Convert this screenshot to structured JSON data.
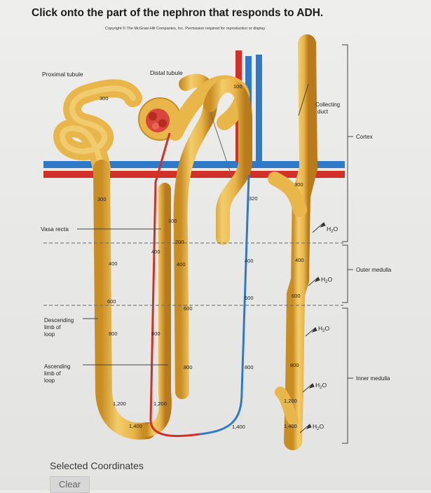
{
  "prompt": {
    "question": "Click onto the part of the nephron that responds to ADH.",
    "copyright": "Copyright © The McGraw-Hill Companies, Inc. Permission required for reproduction or display"
  },
  "structures": {
    "proximal_tubule": "Proximal tubule",
    "distal_tubule": "Distal tubule",
    "collecting_duct_line1": "Collecting",
    "collecting_duct_line2": "duct",
    "vasa_recta": "Vasa recta",
    "descending_limb": [
      "Descending",
      "limb of",
      "loop"
    ],
    "ascending_limb": [
      "Ascending",
      "limb of",
      "loop"
    ]
  },
  "regions": {
    "cortex": "Cortex",
    "outer_medulla": "Outer medulla",
    "inner_medulla": "Inner medulla"
  },
  "water": {
    "h2o_base": "H",
    "h2o_sub": "2",
    "h2o_tail": "O"
  },
  "osmolarity": {
    "descending": [
      "300",
      "300",
      "400",
      "600",
      "800",
      "1,200",
      "1,400"
    ],
    "ascending": [
      "400",
      "800",
      "1,200"
    ],
    "distal": [
      "100",
      "200",
      "400",
      "600",
      "800"
    ],
    "vasa": [
      "100",
      "320",
      "400",
      "600",
      "800",
      "1,400"
    ],
    "duct": [
      "300",
      "400",
      "600",
      "800",
      "1,200",
      "1,400"
    ]
  },
  "footer": {
    "selected_label": "Selected Coordinates",
    "clear_label": "Clear"
  },
  "colors": {
    "tubule": "#e9b64a",
    "tubule_dark": "#c98d22",
    "artery": "#d2312a",
    "vein": "#2f7ac8"
  }
}
